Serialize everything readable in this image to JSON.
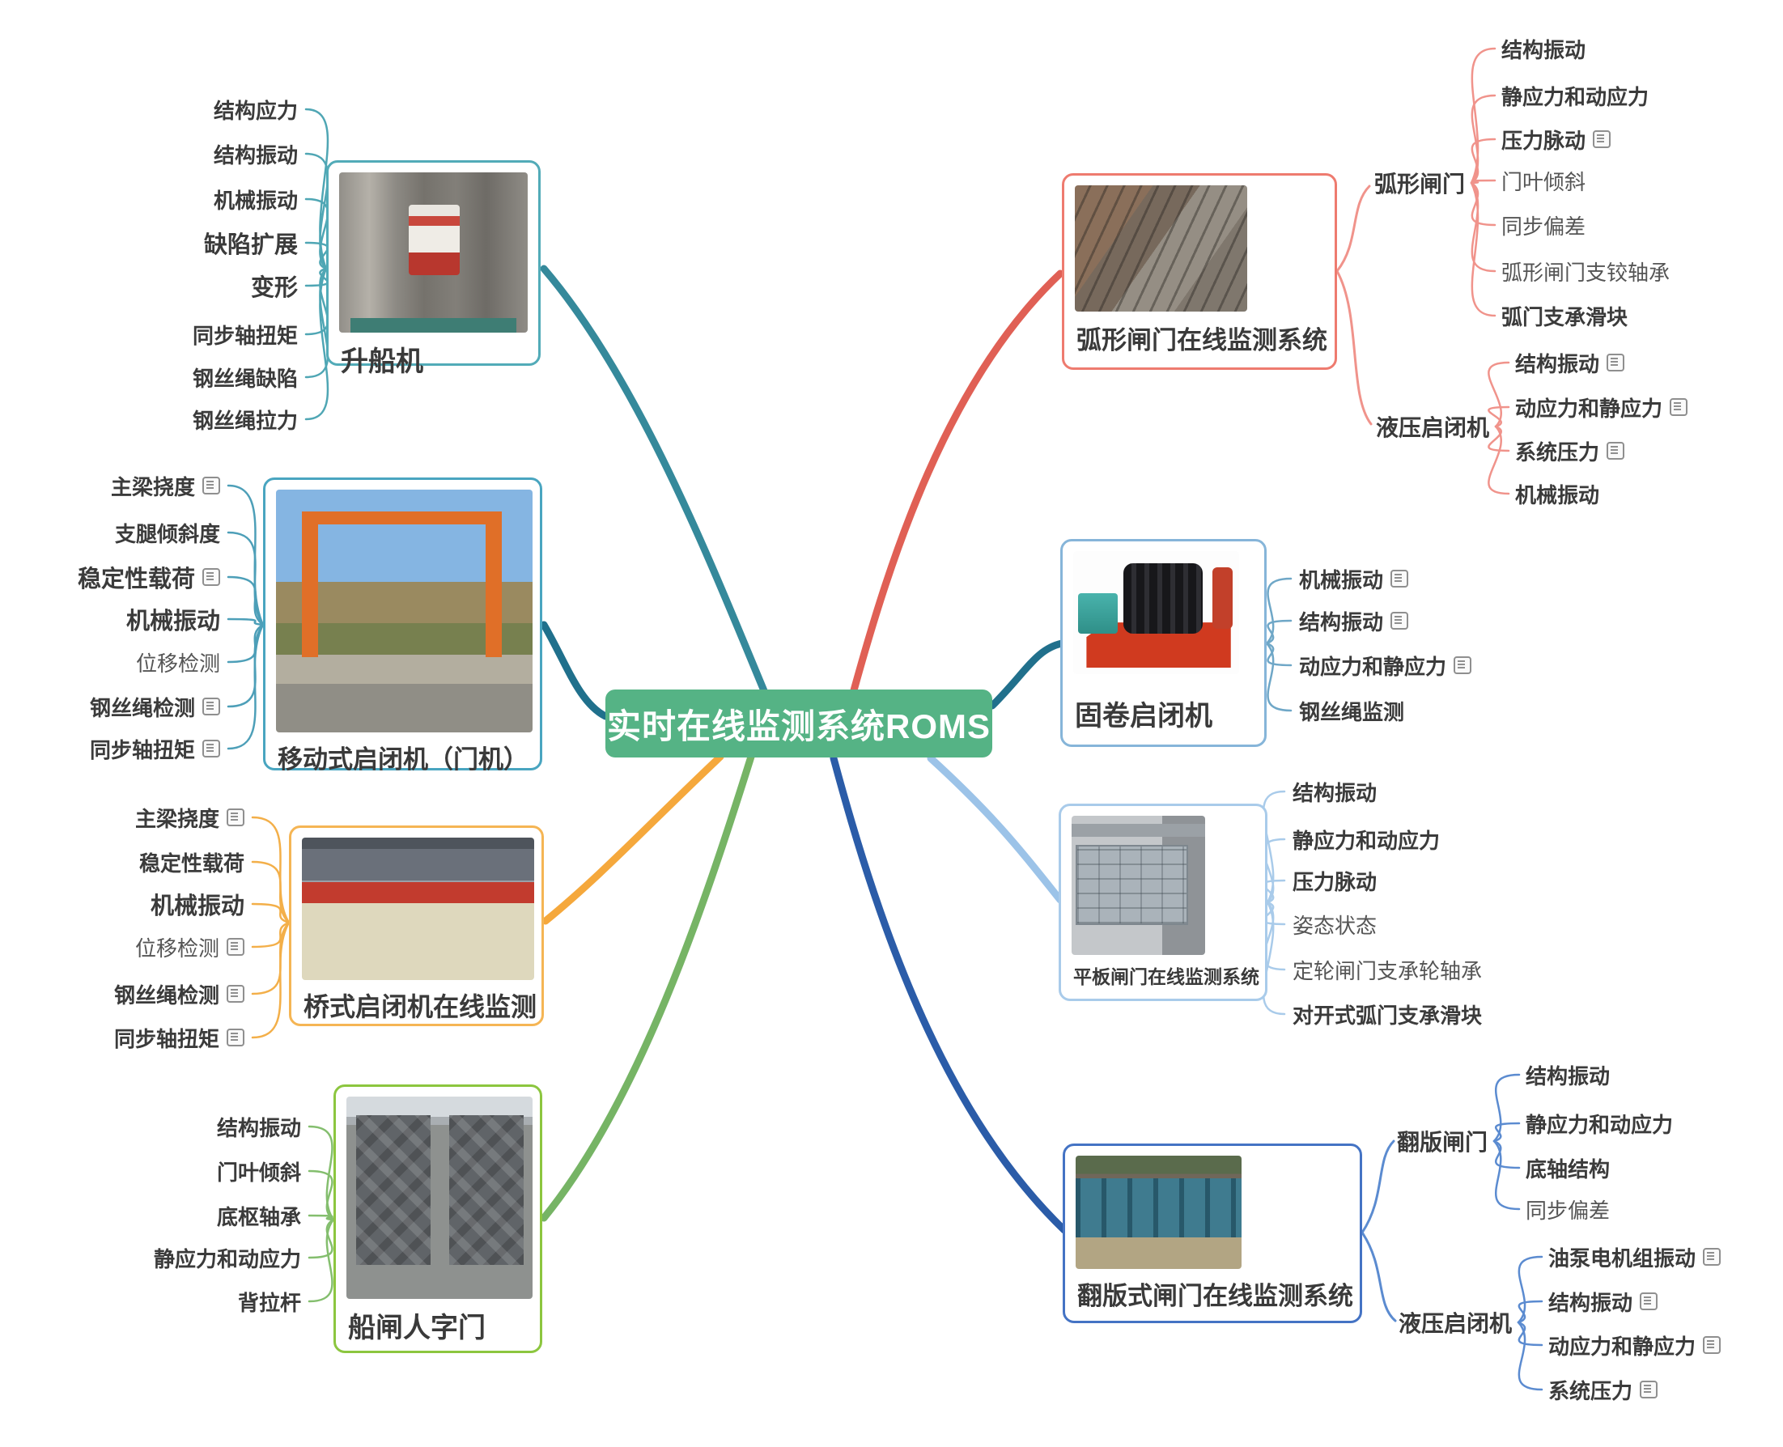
{
  "center": {
    "label": "实时在线监测系统ROMS",
    "bg_color": "#55B385",
    "text_color": "#FFFFFF"
  },
  "note_icon": "note-icon",
  "branches": [
    {
      "id": "shiplift",
      "title": "升船机",
      "color": "#35899B",
      "border_color": "#52ABB8",
      "sub_color": "#4FA6B4",
      "leaves": [
        {
          "label": "结构应力",
          "bold": true
        },
        {
          "label": "结构振动",
          "bold": true
        },
        {
          "label": "机械振动",
          "bold": true
        },
        {
          "label": "缺陷扩展",
          "bold": true,
          "size": "lg"
        },
        {
          "label": "变形",
          "bold": true,
          "size": "lg"
        },
        {
          "label": "同步轴扭矩",
          "bold": true
        },
        {
          "label": "钢丝绳缺陷",
          "bold": true
        },
        {
          "label": "钢丝绳拉力",
          "bold": true
        }
      ]
    },
    {
      "id": "mobile",
      "title": "移动式启闭机（门机）",
      "color": "#20708C",
      "border_color": "#49A5C0",
      "sub_color": "#4D9FB8",
      "leaves": [
        {
          "label": "主梁挠度",
          "bold": true,
          "note": true
        },
        {
          "label": "支腿倾斜度",
          "bold": true
        },
        {
          "label": "稳定性载荷",
          "bold": true,
          "size": "lg",
          "note": true
        },
        {
          "label": "机械振动",
          "bold": true,
          "size": "lg"
        },
        {
          "label": "位移检测",
          "bold": false
        },
        {
          "label": "钢丝绳检测",
          "bold": true,
          "note": true
        },
        {
          "label": "同步轴扭矩",
          "bold": true,
          "note": true
        }
      ]
    },
    {
      "id": "bridge",
      "title": "桥式启闭机在线监测",
      "color": "#F5A83C",
      "border_color": "#F5B554",
      "sub_color": "#F3AF49",
      "leaves": [
        {
          "label": "主梁挠度",
          "bold": true,
          "note": true
        },
        {
          "label": "稳定性载荷",
          "bold": true
        },
        {
          "label": "机械振动",
          "bold": true,
          "size": "lg"
        },
        {
          "label": "位移检测",
          "bold": false,
          "note": true
        },
        {
          "label": "钢丝绳检测",
          "bold": true,
          "note": true
        },
        {
          "label": "同步轴扭矩",
          "bold": true,
          "note": true
        }
      ]
    },
    {
      "id": "miter",
      "title": "船闸人字门",
      "color": "#76B465",
      "border_color": "#8CC63F",
      "sub_color": "#84BE6E",
      "leaves": [
        {
          "label": "结构振动",
          "bold": true
        },
        {
          "label": "门叶倾斜",
          "bold": true
        },
        {
          "label": "底枢轴承",
          "bold": true
        },
        {
          "label": "静应力和动应力",
          "bold": true
        },
        {
          "label": "背拉杆",
          "bold": true
        }
      ]
    },
    {
      "id": "arc",
      "title": "弧形闸门在线监测系统",
      "color": "#E06055",
      "border_color": "#EE7B6F",
      "sub_color": "#F0938B",
      "groups": [
        {
          "label": "弧形闸门",
          "leaves": [
            {
              "label": "结构振动",
              "bold": true
            },
            {
              "label": "静应力和动应力",
              "bold": true
            },
            {
              "label": "压力脉动",
              "bold": true,
              "note": true
            },
            {
              "label": "门叶倾斜",
              "bold": false
            },
            {
              "label": "同步偏差",
              "bold": false
            },
            {
              "label": "弧形闸门支铰轴承",
              "bold": false
            },
            {
              "label": "弧门支承滑块",
              "bold": true
            }
          ]
        },
        {
          "label": "液压启闭机",
          "leaves": [
            {
              "label": "结构振动",
              "bold": true,
              "note": true
            },
            {
              "label": "动应力和静应力",
              "bold": true,
              "note": true
            },
            {
              "label": "系统压力",
              "bold": true,
              "note": true
            },
            {
              "label": "机械振动",
              "bold": true
            }
          ]
        }
      ]
    },
    {
      "id": "hoist",
      "title": "固卷启闭机",
      "color": "#21708C",
      "border_color": "#86B5D9",
      "sub_color": "#6FA7C7",
      "leaves": [
        {
          "label": "机械振动",
          "bold": true,
          "note": true
        },
        {
          "label": "结构振动",
          "bold": true,
          "note": true
        },
        {
          "label": "动应力和静应力",
          "bold": true,
          "note": true
        },
        {
          "label": "钢丝绳监测",
          "bold": true
        }
      ]
    },
    {
      "id": "flat",
      "title": "平板闸门在线监测系统",
      "color": "#9CC3E8",
      "border_color": "#A9CBEA",
      "sub_color": "#A9CBEA",
      "leaves": [
        {
          "label": "结构振动",
          "bold": true
        },
        {
          "label": "静应力和动应力",
          "bold": true
        },
        {
          "label": "压力脉动",
          "bold": true
        },
        {
          "label": "姿态状态",
          "bold": false
        },
        {
          "label": "定轮闸门支承轮轴承",
          "bold": false
        },
        {
          "label": "对开式弧门支承滑块",
          "bold": true
        }
      ]
    },
    {
      "id": "flap",
      "title": "翻版式闸门在线监测系统",
      "color": "#2B5CA8",
      "border_color": "#4473C4",
      "sub_color": "#5B8BD0",
      "groups": [
        {
          "label": "翻版闸门",
          "leaves": [
            {
              "label": "结构振动",
              "bold": true
            },
            {
              "label": "静应力和动应力",
              "bold": true
            },
            {
              "label": "底轴结构",
              "bold": true
            },
            {
              "label": "同步偏差",
              "bold": false
            }
          ]
        },
        {
          "label": "液压启闭机",
          "leaves": [
            {
              "label": "油泵电机组振动",
              "bold": true,
              "note": true
            },
            {
              "label": "结构振动",
              "bold": true,
              "note": true
            },
            {
              "label": "动应力和静应力",
              "bold": true,
              "note": true
            },
            {
              "label": "系统压力",
              "bold": true,
              "note": true
            }
          ]
        }
      ]
    }
  ]
}
